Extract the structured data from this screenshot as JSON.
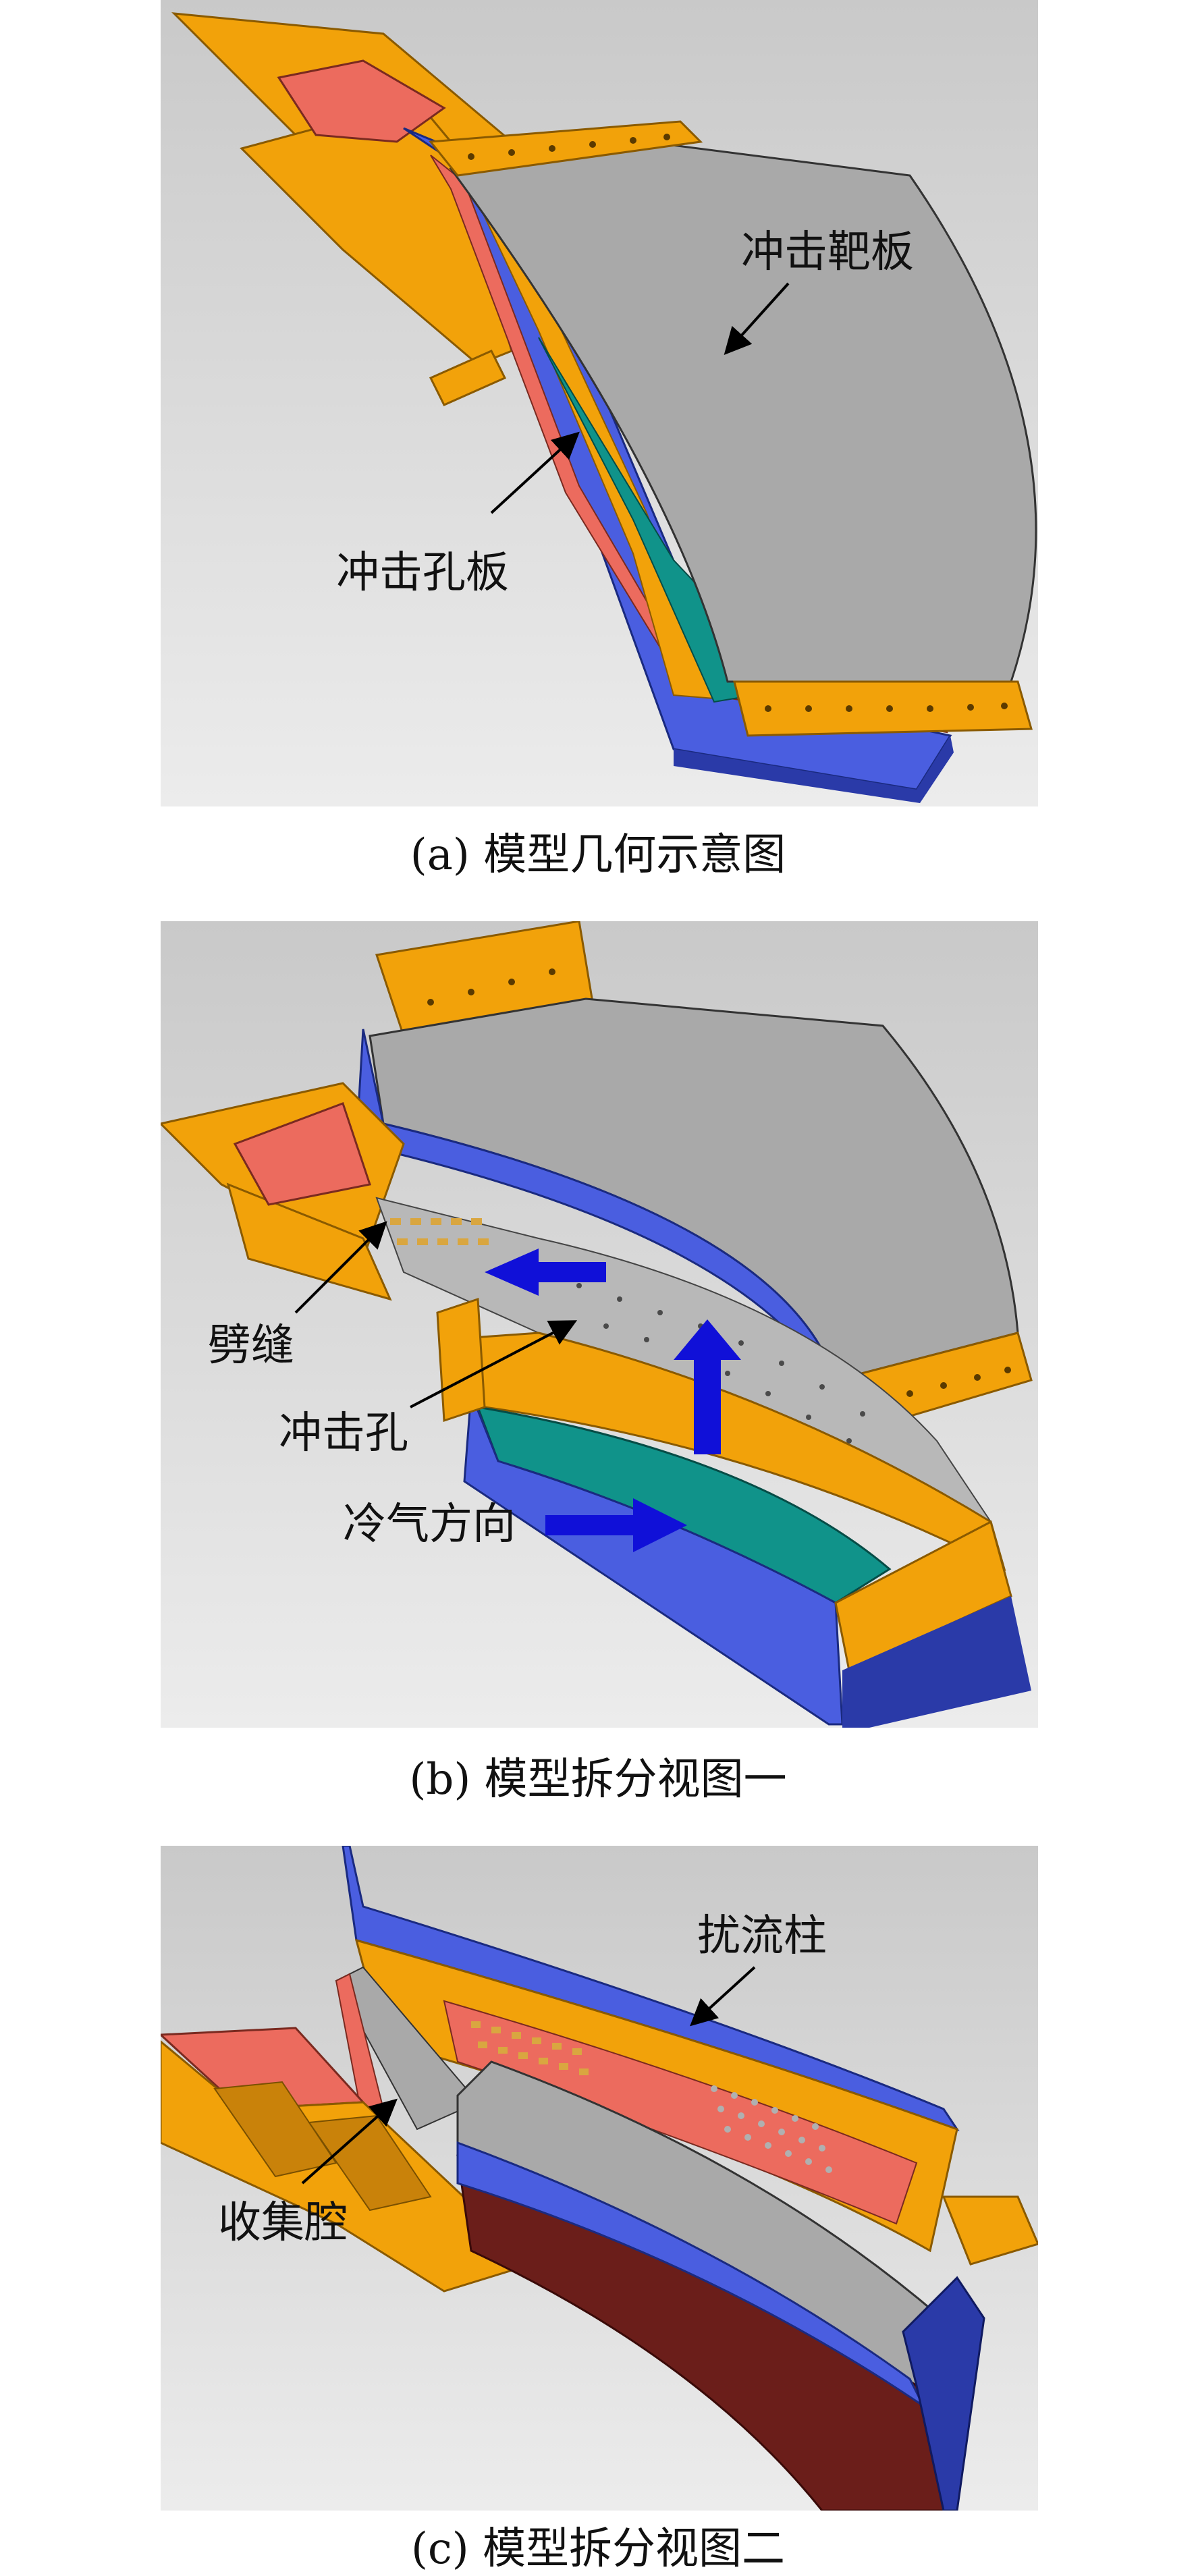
{
  "panels": [
    {
      "caption": "(a) 模型几何示意图",
      "labels": {
        "target_plate": "冲击靶板",
        "impingement_plate": "冲击孔板"
      }
    },
    {
      "caption": "(b) 模型拆分视图一",
      "labels": {
        "split_slot": "劈缝",
        "impingement_hole": "冲击孔",
        "cooling_direction": "冷气方向"
      }
    },
    {
      "caption": "(c) 模型拆分视图二",
      "labels": {
        "pin_fins": "扰流柱",
        "collection_chamber": "收集腔"
      }
    }
  ],
  "colors": {
    "background": "#d6d6d6",
    "flange": "#f2a20a",
    "flange_dark": "#c9820a",
    "shell": "#4a5ee0",
    "shell_dark": "#2a3aa8",
    "plate": "#a9a9a9",
    "salmon": "#ec6b5e",
    "teal": "#10938a",
    "arrow": "#1010d8"
  }
}
